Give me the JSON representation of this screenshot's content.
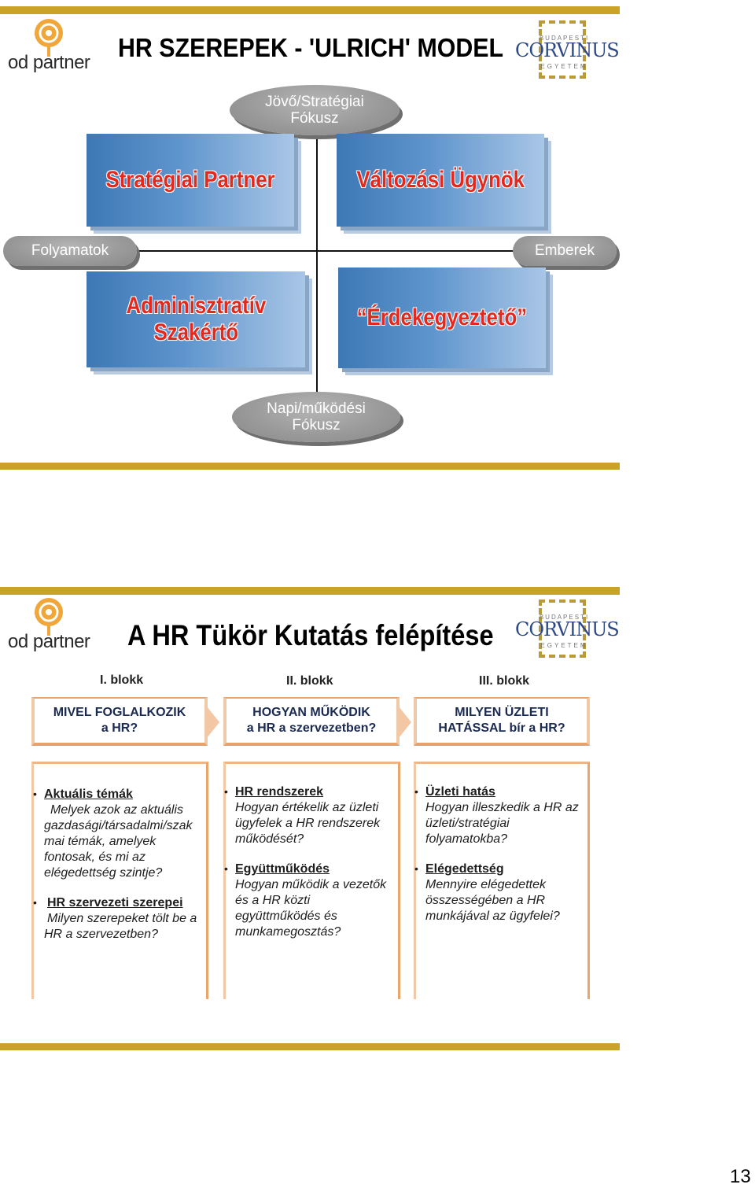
{
  "slide1": {
    "title": "HR SZEREPEK - 'ULRICH' MODEL",
    "top_pill": [
      "Jövő/Stratégiai",
      "Fókusz"
    ],
    "bottom_pill": [
      "Napi/működési",
      "Fókusz"
    ],
    "left_pill": "Folyamatok",
    "right_pill": "Emberek",
    "quadrants": {
      "top_left": "Stratégiai Partner",
      "top_right": "Változási Ügynök",
      "bottom_left": [
        "Adminisztratív",
        "Szakértő"
      ],
      "bottom_right": "“Érdekegyeztető”"
    }
  },
  "slide2": {
    "title": "A HR Tükör Kutatás felépítése",
    "blocks": [
      {
        "label": "I. blokk",
        "header": [
          "MIVEL FOGLALKOZIK",
          "a HR?"
        ],
        "items": [
          {
            "head": "Aktuális témák",
            "question": "Melyek azok az aktuális gazdasági/társadalmi/szak mai témák, amelyek fontosak, és mi az elégedettség szintje?"
          },
          {
            "head": "HR szervezeti szerepei",
            "question": "Milyen szerepeket tölt be a HR a szervezetben?"
          }
        ]
      },
      {
        "label": "II. blokk",
        "header": [
          "HOGYAN MŰKÖDIK",
          "a HR a szervezetben?"
        ],
        "items": [
          {
            "head": "HR rendszerek",
            "question": "Hogyan értékelik az üzleti ügyfelek a HR rendszerek működését?"
          },
          {
            "head": "Együttműködés",
            "question": "Hogyan működik a vezetők és a HR közti együttműködés és munkamegosztás?"
          }
        ]
      },
      {
        "label": "III. blokk",
        "header": [
          "MILYEN ÜZLETI",
          "HATÁSSAL bír a HR?"
        ],
        "items": [
          {
            "head": "Üzleti hatás",
            "question": "Hogyan illeszkedik a HR az üzleti/stratégiai folyamatokba?"
          },
          {
            "head": "Elégedettség",
            "question": "Mennyire elégedettek összességében a HR munkájával az ügyfelei?"
          }
        ]
      }
    ]
  },
  "logos": {
    "od_partner": "od partner",
    "corvinus_top": "BUDAPESTI",
    "corvinus_name": "CORVINUS",
    "corvinus_bottom": "EGYETEM"
  },
  "page_number": "13",
  "colors": {
    "gold": "#c9a227",
    "accent_red": "#e3281e",
    "quad_blue": "#5f95cd",
    "box_orange": "#e8a16a"
  }
}
